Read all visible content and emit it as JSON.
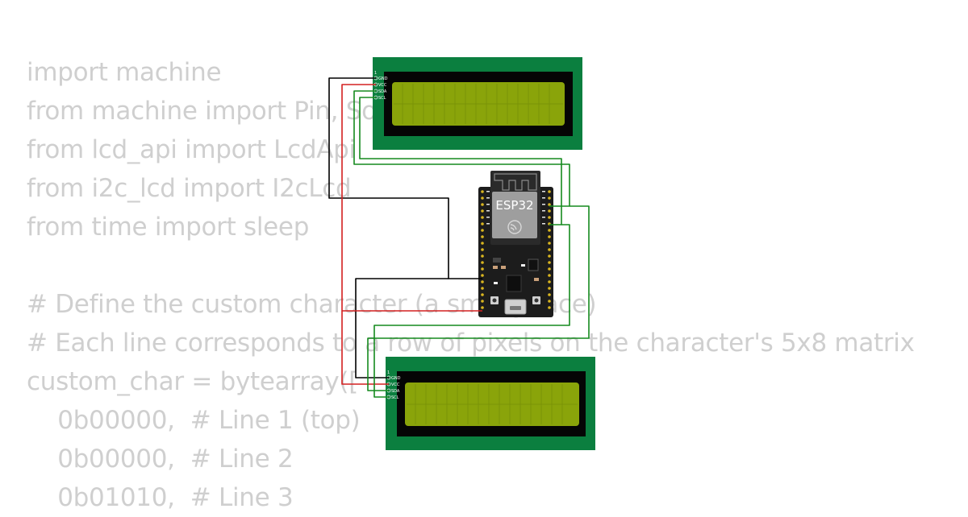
{
  "code_lines": [
    "import machine",
    "from machine import Pin, SoftI2C",
    "from lcd_api import LcdApi",
    "from i2c_lcd import I2cLcd",
    "from time import sleep",
    "",
    "# Define the custom character (a smiley face)",
    "# Each line corresponds to a row of pixels on the character's 5x8 matrix",
    "custom_char = bytearray([",
    "    0b00000,  # Line 1 (top)",
    "    0b00000,  # Line 2",
    "    0b01010,  # Line 3"
  ],
  "board": {
    "chip_label": "ESP32"
  },
  "lcds": [
    {
      "pin1": "1",
      "pins": [
        "GND",
        "VCC",
        "SDA",
        "SCL"
      ]
    },
    {
      "pin1": "1",
      "pins": [
        "GND",
        "VCC",
        "SDA",
        "SCL"
      ]
    }
  ],
  "colors": {
    "code_text": "#cfcfcf",
    "lcd_pcb": "#0b7f3f",
    "lcd_screen": "#8aa40a",
    "board_pcb": "#1c1c1c",
    "module": "#9e9e9e",
    "wire_gnd": "#000000",
    "wire_vcc": "#d42020",
    "wire_signal": "#158a1e"
  }
}
